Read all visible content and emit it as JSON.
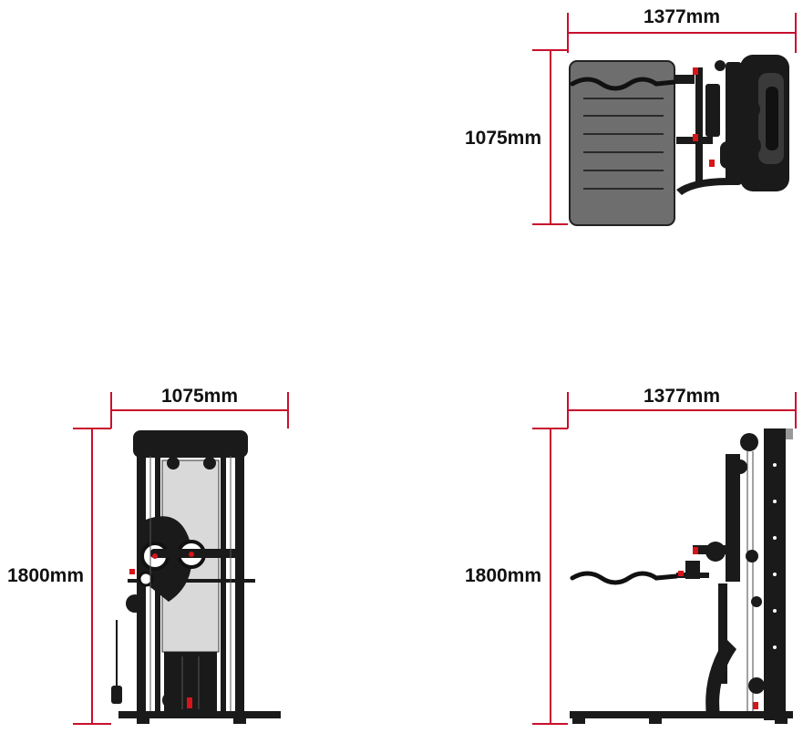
{
  "colors": {
    "dimension_line": "#c8102e",
    "frame": "#1a1a1a",
    "seat_pad": "#6e6e6e",
    "weight_panel": "#d9d9d9",
    "accent": "#d7141a"
  },
  "top_view": {
    "width_label": "1377mm",
    "depth_label": "1075mm"
  },
  "front_view": {
    "width_label": "1075mm",
    "height_label": "1800mm"
  },
  "side_view": {
    "width_label": "1377mm",
    "height_label": "1800mm"
  }
}
